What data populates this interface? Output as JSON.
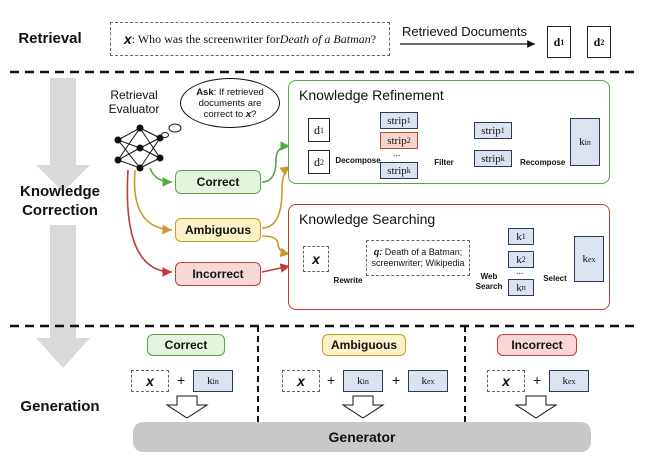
{
  "sections": {
    "retrieval": "Retrieval",
    "knowledge_correction_1": "Knowledge",
    "knowledge_correction_2": "Correction",
    "generation": "Generation"
  },
  "query": {
    "x": "x",
    "prefix": ": Who was the screenwriter for ",
    "title": "Death of a Batman",
    "suffix": "?"
  },
  "retrieved_documents": "Retrieved Documents",
  "doc_labels": {
    "d": "d",
    "sub1": "1",
    "sub2": "2"
  },
  "evaluator": {
    "line1": "Retrieval",
    "line2": "Evaluator"
  },
  "bubble": {
    "ask": "Ask",
    "text": ": If retrieved documents are correct to ",
    "x": "x",
    "end": "?"
  },
  "actions": {
    "correct": "Correct",
    "ambiguous": "Ambiguous",
    "incorrect": "Incorrect"
  },
  "refinement": {
    "title": "Knowledge Refinement",
    "decompose": "Decompose",
    "filter": "Filter",
    "recompose": "Recompose",
    "strip": "strip",
    "strip_subs": [
      "1",
      "2",
      "",
      "k"
    ],
    "dots": "...",
    "kept_subs": [
      "1",
      "k"
    ],
    "k": "k",
    "k_sub": "in"
  },
  "searching": {
    "title": "Knowledge Searching",
    "rewrite": "Rewrite",
    "q_label": "q:",
    "q_text_1": " Death of a Batman;",
    "q_text_2": "screenwriter; Wikipedia",
    "web": "Web",
    "search": "Search",
    "select": "Select",
    "k": "k",
    "ks": [
      "1",
      "2",
      "n"
    ],
    "dots": "...",
    "kex_sub": "ex"
  },
  "generation": {
    "x": "x",
    "plus": "+",
    "k": "k",
    "in": "in",
    "ex": "ex",
    "generator": "Generator"
  },
  "colors": {
    "green": "#55a746",
    "yellow": "#c99a2a",
    "red": "#c23a3a",
    "k_fill": "#dbe3f1",
    "generator": "#c8c8c8"
  }
}
